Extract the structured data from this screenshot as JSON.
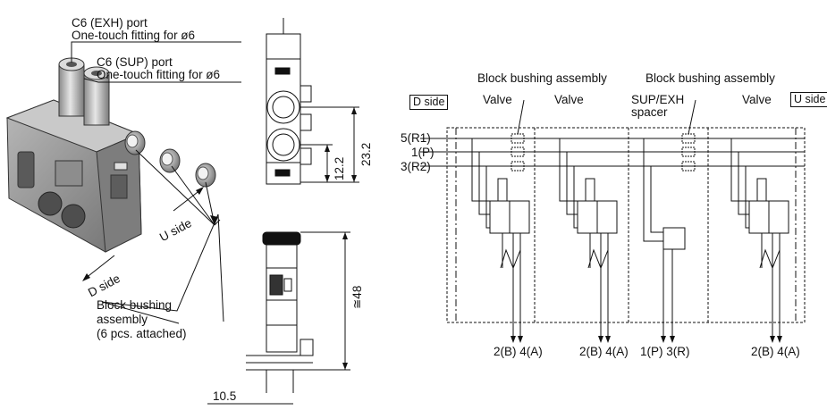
{
  "left_view": {
    "exh_port_title": "C6 (EXH) port",
    "exh_port_desc": "One-touch fitting for ø6",
    "sup_port_title": "C6 (SUP) port",
    "sup_port_desc": "One-touch fitting for ø6",
    "u_side": "U side",
    "d_side": "D side",
    "bushing_line1": "Block bushing",
    "bushing_line2": "assembly",
    "bushing_line3": "(6 pcs. attached)"
  },
  "dimensions": {
    "d1": "23.2",
    "d2": "12.2",
    "d3": "≅48",
    "d4": "10.5"
  },
  "circuit": {
    "d_side_box": "D side",
    "u_side_box": "U side",
    "bushing_left": "Block bushing assembly",
    "bushing_right": "Block bushing assembly",
    "valve1": "Valve",
    "valve2": "Valve",
    "spacer_line1": "SUP/EXH",
    "spacer_line2": "spacer",
    "valve3": "Valve",
    "port_r1": "5(R1)",
    "port_p": "1(P)",
    "port_r2": "3(R2)",
    "out1": "2(B) 4(A)",
    "out2": "2(B) 4(A)",
    "out3": "1(P) 3(R)",
    "out4": "2(B) 4(A)"
  }
}
